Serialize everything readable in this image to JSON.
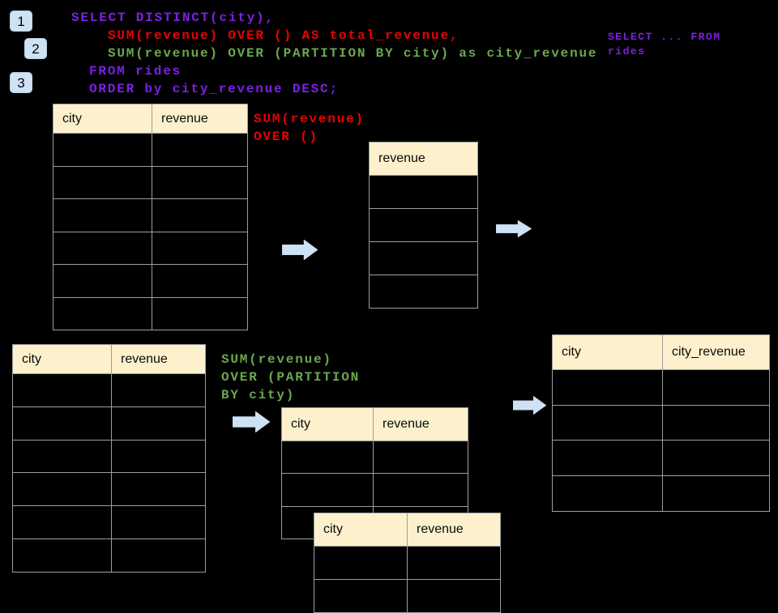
{
  "colors": {
    "background": "#000000",
    "purple": "#7C21E3",
    "red": "#ED0000",
    "green": "#6AA84F",
    "table_header_bg": "#FCF1CC",
    "arrow_blue": "#CFE2F3",
    "badge_blue": "#CFE2F3"
  },
  "step_badges": [
    "1",
    "2",
    "3"
  ],
  "sql_code": {
    "lines": [
      {
        "text": "SELECT DISTINCT(city),",
        "color": "purple",
        "indent": 0
      },
      {
        "text": "SUM(revenue) OVER () AS total_revenue,",
        "color": "red",
        "indent": 2
      },
      {
        "text": "SUM(revenue) OVER (PARTITION BY city) as city_revenue",
        "color": "green",
        "indent": 2
      },
      {
        "text": "FROM rides",
        "color": "purple",
        "indent": 1
      },
      {
        "text": "ORDER by city_revenue DESC;",
        "color": "purple",
        "indent": 1
      }
    ]
  },
  "side_note": {
    "color": "purple",
    "lines": [
      "SELECT ... FROM",
      "rides"
    ]
  },
  "annotations": {
    "total": {
      "color": "red",
      "lines": [
        "SUM(revenue)",
        "OVER ()"
      ]
    },
    "partition": {
      "color": "green",
      "lines": [
        "SUM(revenue)",
        "OVER (PARTITION",
        "BY city)"
      ]
    }
  },
  "tables": [
    {
      "name": "rides-source-table-top",
      "headers": [
        "city",
        "revenue"
      ],
      "empty_rows": 6
    },
    {
      "name": "total-revenue-table",
      "headers": [
        "revenue"
      ],
      "empty_rows": 4
    },
    {
      "name": "rides-source-table-bottom",
      "headers": [
        "city",
        "revenue"
      ],
      "empty_rows": 6
    },
    {
      "name": "partition-table-back",
      "headers": [
        "city",
        "revenue"
      ],
      "empty_rows": 3
    },
    {
      "name": "partition-table-front",
      "headers": [
        "city",
        "revenue"
      ],
      "empty_rows": 2
    },
    {
      "name": "city-revenue-result-table",
      "headers": [
        "city",
        "city_revenue"
      ],
      "empty_rows": 4
    }
  ]
}
